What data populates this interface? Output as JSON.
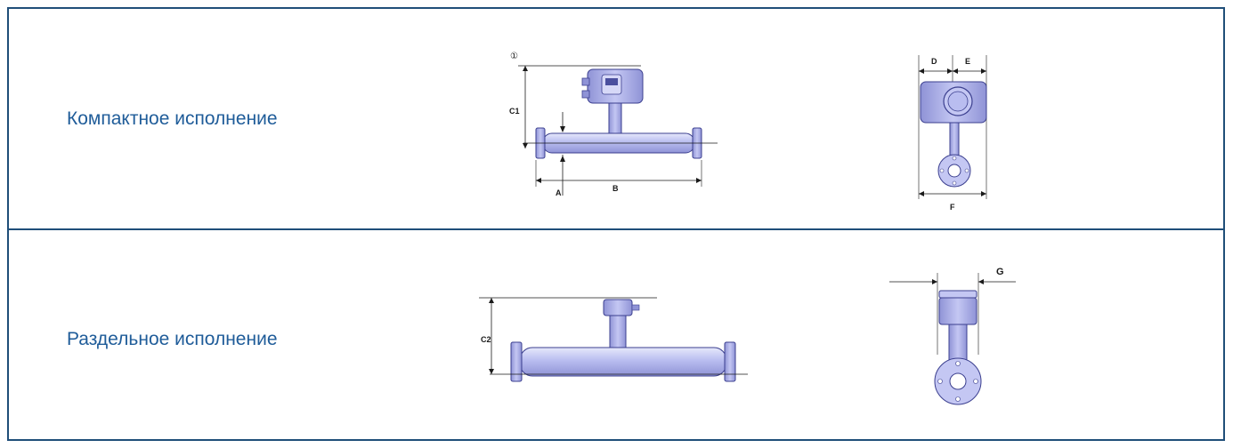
{
  "rows": [
    {
      "title": "Компактное исполнение",
      "side_view": {
        "marker": "①",
        "dims": [
          "C1",
          "A",
          "B"
        ]
      },
      "end_view": {
        "dims": [
          "D",
          "E",
          "F"
        ]
      }
    },
    {
      "title": "Раздельное исполнение",
      "side_view": {
        "dims": [
          "C2"
        ]
      },
      "end_view": {
        "dims": [
          "G"
        ]
      }
    }
  ],
  "colors": {
    "border": "#1f4e79",
    "label": "#1f5c99",
    "body_fill": "#b9bdf0",
    "body_stroke": "#3b3f8f"
  }
}
